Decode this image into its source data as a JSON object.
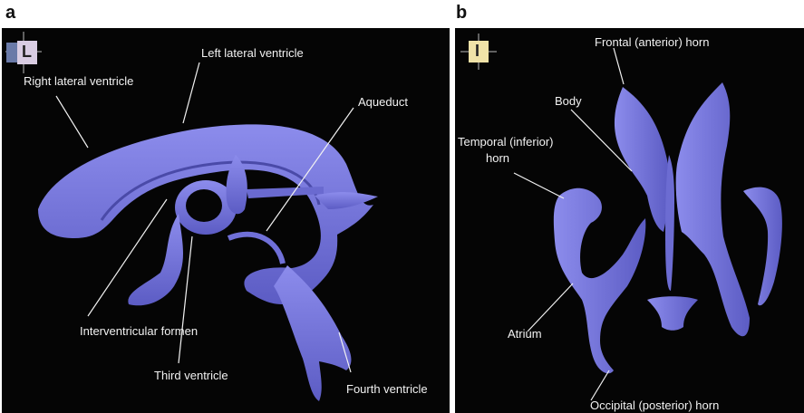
{
  "figure": {
    "panel_a": {
      "letter": "a",
      "orientation_badge": "L",
      "labels": {
        "left_lateral_ventricle": "Left lateral ventricle",
        "right_lateral_ventricle": "Right lateral ventricle",
        "aqueduct": "Aqueduct",
        "interventricular_foramen": "Interventricular formen",
        "third_ventricle": "Third ventricle",
        "fourth_ventricle": "Fourth ventricle"
      }
    },
    "panel_b": {
      "letter": "b",
      "orientation_badge": "I",
      "labels": {
        "frontal_horn": "Frontal (anterior) horn",
        "body": "Body",
        "temporal_horn_line1": "Temporal (inferior)",
        "temporal_horn_line2": "horn",
        "atrium": "Atrium",
        "occipital_horn": "Occipital (posterior) horn"
      }
    },
    "colors": {
      "background": "#050505",
      "ventricle": "#7B7BE0",
      "ventricle_shade": "#5656B8",
      "label_text": "#f2f2f2"
    }
  }
}
